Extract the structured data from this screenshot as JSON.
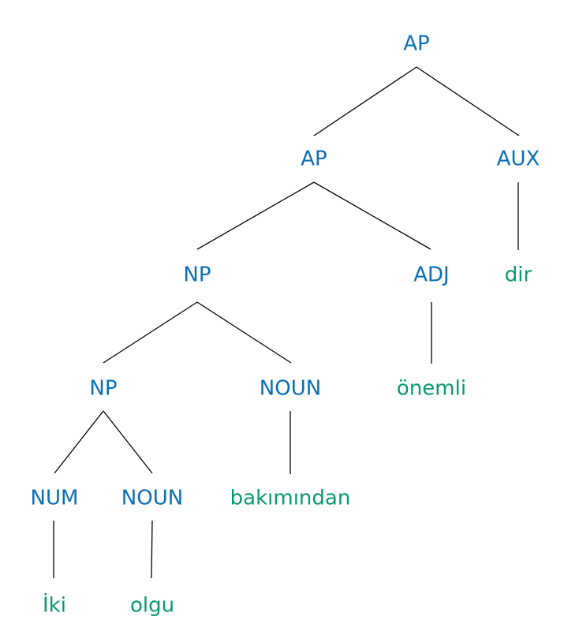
{
  "colors": {
    "category": "#0a6fb5",
    "word": "#089a6f",
    "edge": "#000000"
  },
  "tree": {
    "label": "AP",
    "children": [
      {
        "label": "AP",
        "children": [
          {
            "label": "NP",
            "children": [
              {
                "label": "NP",
                "children": [
                  {
                    "label": "NUM",
                    "children": [
                      {
                        "word": "İki"
                      }
                    ]
                  },
                  {
                    "label": "NOUN",
                    "children": [
                      {
                        "word": "olgu"
                      }
                    ]
                  }
                ]
              },
              {
                "label": "NOUN",
                "children": [
                  {
                    "word": "bakımından"
                  }
                ]
              }
            ]
          },
          {
            "label": "ADJ",
            "children": [
              {
                "word": "önemli"
              }
            ]
          }
        ]
      },
      {
        "label": "AUX",
        "children": [
          {
            "word": "dir"
          }
        ]
      }
    ]
  }
}
